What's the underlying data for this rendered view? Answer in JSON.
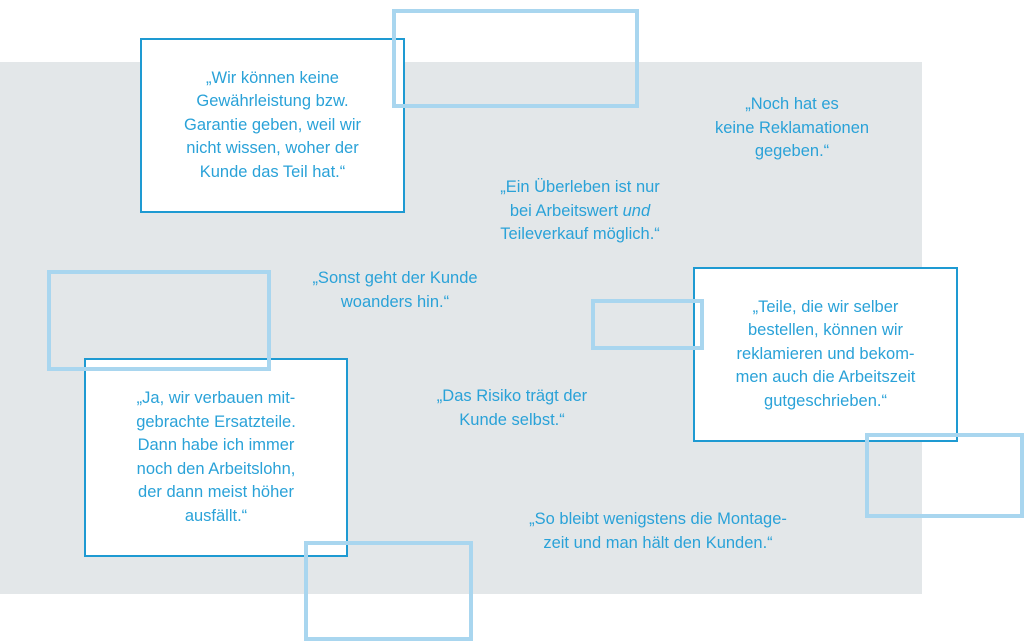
{
  "quotes": {
    "gewaehrleistung": [
      "„Wir können keine",
      "Gewährleistung bzw.",
      "Garantie geben, weil wir",
      "nicht wissen, woher der",
      "Kunde das Teil hat.“"
    ],
    "reklamationen": [
      "„Noch hat es",
      "keine Reklamationen",
      "gegeben.“"
    ],
    "ueberleben": {
      "line1": "„Ein Überleben ist nur",
      "line2_a": "bei Arbeitswert ",
      "line2_em": "und",
      "line3": "Teileverkauf möglich.“"
    },
    "woanders": [
      "„Sonst geht der Kunde",
      "woanders hin.“"
    ],
    "teile": [
      "„Teile, die wir selber",
      "bestellen, können wir",
      "reklamieren und bekom-",
      "men auch die Arbeitszeit",
      "gutgeschrieben.“"
    ],
    "mitgebracht": [
      "„Ja, wir verbauen mit-",
      "gebrachte Ersatzteile.",
      "Dann habe ich immer",
      "noch den Arbeitslohn,",
      "der dann meist höher",
      "ausfällt.“"
    ],
    "risiko": [
      "„Das Risiko trägt der",
      "Kunde selbst.“"
    ],
    "montage": [
      "„So bleibt wenigstens die Montage-",
      "zeit und man hält den Kunden.“"
    ]
  },
  "colors": {
    "text": "#2aa2d8",
    "box_border": "#1e9ad2",
    "deco_border": "#a9d6ef",
    "background_panel": "#e3e7e9"
  }
}
